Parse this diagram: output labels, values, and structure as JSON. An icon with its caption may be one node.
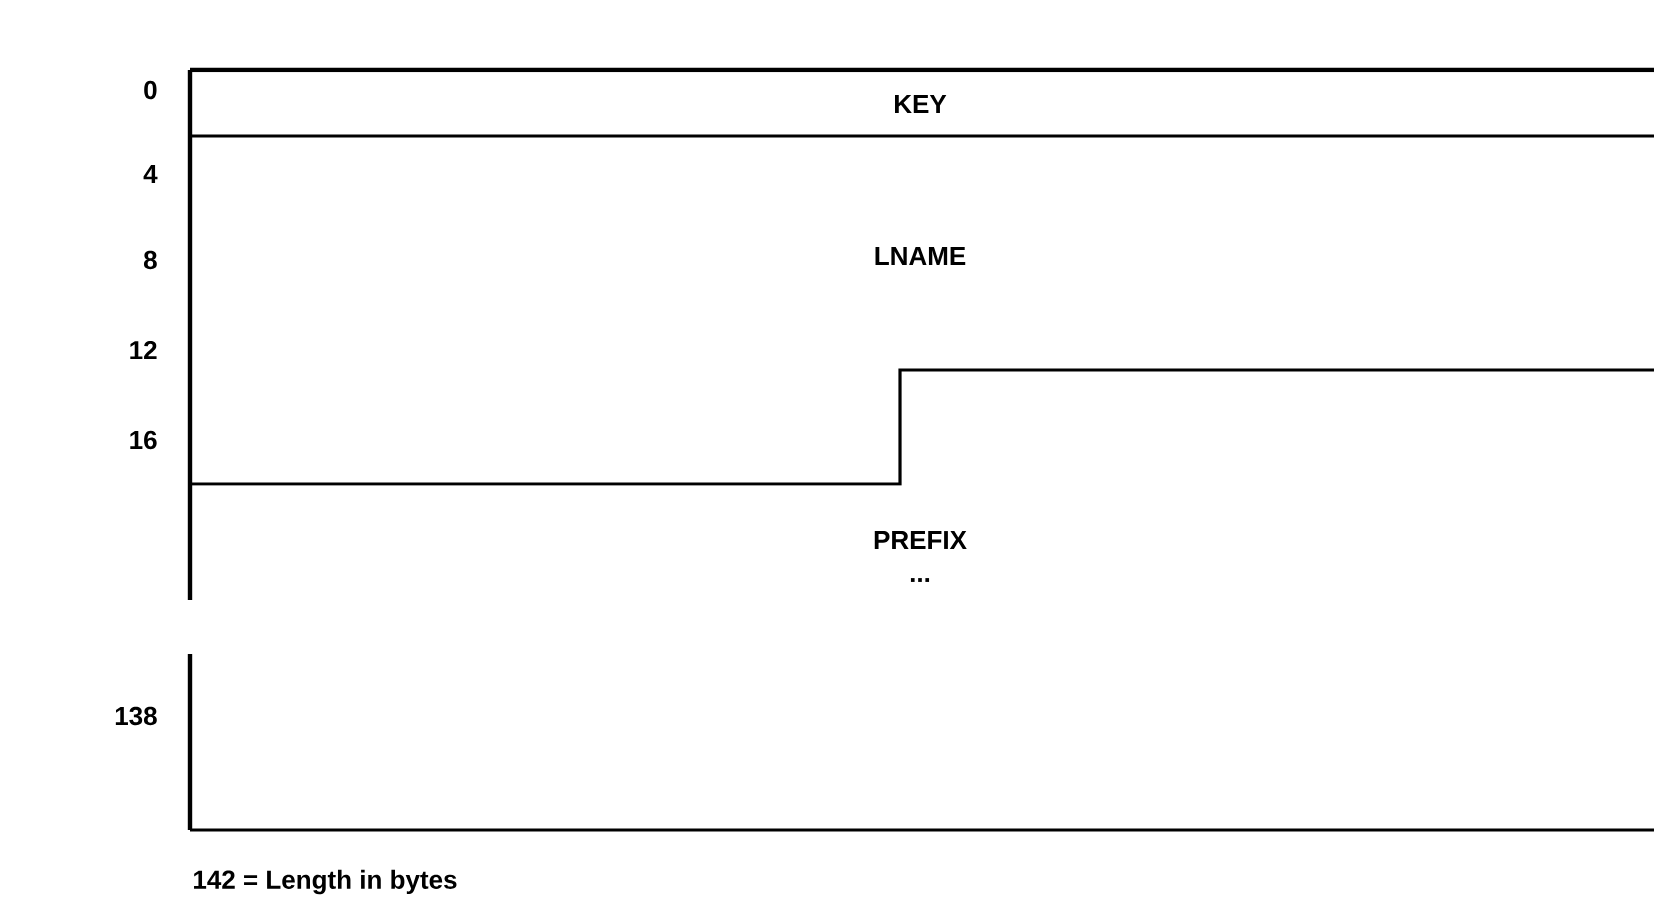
{
  "diagram": {
    "nodes": [
      {
        "text": [
          "KEY"
        ]
      },
      {
        "text": [
          "LNAME"
        ]
      },
      {
        "text": [
          "PREFIX"
        ]
      }
    ],
    "labels": [
      "0",
      "4",
      "8",
      "12",
      "16",
      "138",
      "...",
      "142 = Length in bytes"
    ]
  }
}
